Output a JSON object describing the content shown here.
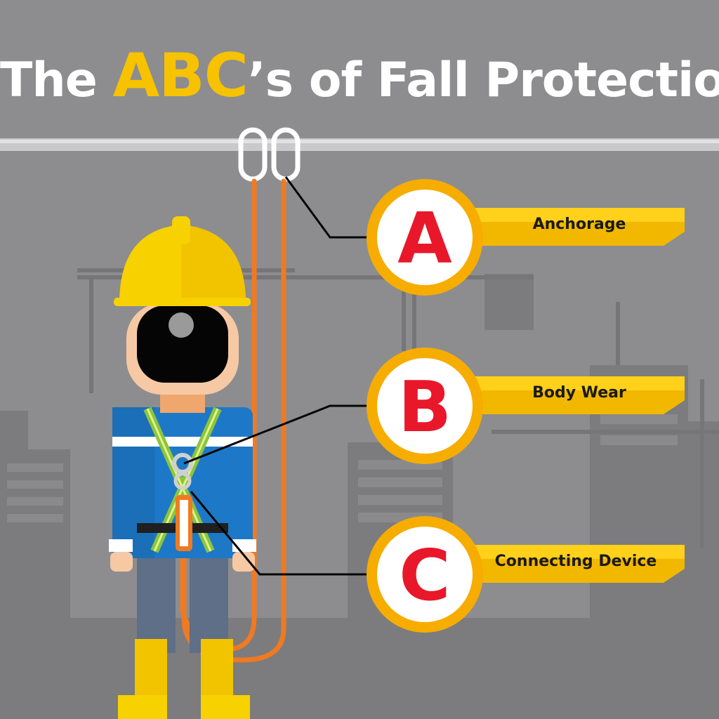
{
  "title": {
    "prefix": "The ",
    "highlight": "ABC",
    "suffix": "’s of Fall Protection"
  },
  "items": [
    {
      "letter": "A",
      "label": "Anchorage"
    },
    {
      "letter": "B",
      "label": "Body Wear"
    },
    {
      "letter": "C",
      "label": "Connecting Device"
    }
  ],
  "colors": {
    "background": "#8d8d8f",
    "skyline": "#7a7a7c",
    "accent_yellow": "#f7c200",
    "letter_red": "#e8182a",
    "lanyard_orange": "#ef7a22",
    "harness_green": "#8bc53f",
    "shirt_blue": "#1e78c8"
  },
  "icons": [
    "hard-hat-icon",
    "carabiner-icon",
    "harness-icon",
    "lanyard-icon",
    "crane-icon"
  ]
}
